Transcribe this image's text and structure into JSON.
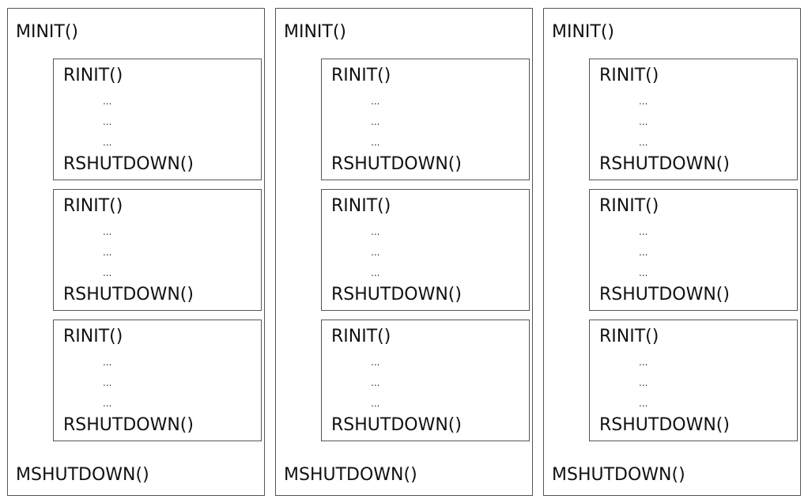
{
  "processes": [
    {
      "minit": "MINIT()",
      "requests": [
        {
          "rinit": "RINIT()",
          "dots": [
            "...",
            "...",
            "..."
          ],
          "rshutdown": "RSHUTDOWN()"
        },
        {
          "rinit": "RINIT()",
          "dots": [
            "...",
            "...",
            "..."
          ],
          "rshutdown": "RSHUTDOWN()"
        },
        {
          "rinit": "RINIT()",
          "dots": [
            "...",
            "...",
            "..."
          ],
          "rshutdown": "RSHUTDOWN()"
        }
      ],
      "mshutdown": "MSHUTDOWN()"
    },
    {
      "minit": "MINIT()",
      "requests": [
        {
          "rinit": "RINIT()",
          "dots": [
            "...",
            "...",
            "..."
          ],
          "rshutdown": "RSHUTDOWN()"
        },
        {
          "rinit": "RINIT()",
          "dots": [
            "...",
            "...",
            "..."
          ],
          "rshutdown": "RSHUTDOWN()"
        },
        {
          "rinit": "RINIT()",
          "dots": [
            "...",
            "...",
            "..."
          ],
          "rshutdown": "RSHUTDOWN()"
        }
      ],
      "mshutdown": "MSHUTDOWN()"
    },
    {
      "minit": "MINIT()",
      "requests": [
        {
          "rinit": "RINIT()",
          "dots": [
            "...",
            "...",
            "..."
          ],
          "rshutdown": "RSHUTDOWN()"
        },
        {
          "rinit": "RINIT()",
          "dots": [
            "...",
            "...",
            "..."
          ],
          "rshutdown": "RSHUTDOWN()"
        },
        {
          "rinit": "RINIT()",
          "dots": [
            "...",
            "...",
            "..."
          ],
          "rshutdown": "RSHUTDOWN()"
        }
      ],
      "mshutdown": "MSHUTDOWN()"
    }
  ]
}
